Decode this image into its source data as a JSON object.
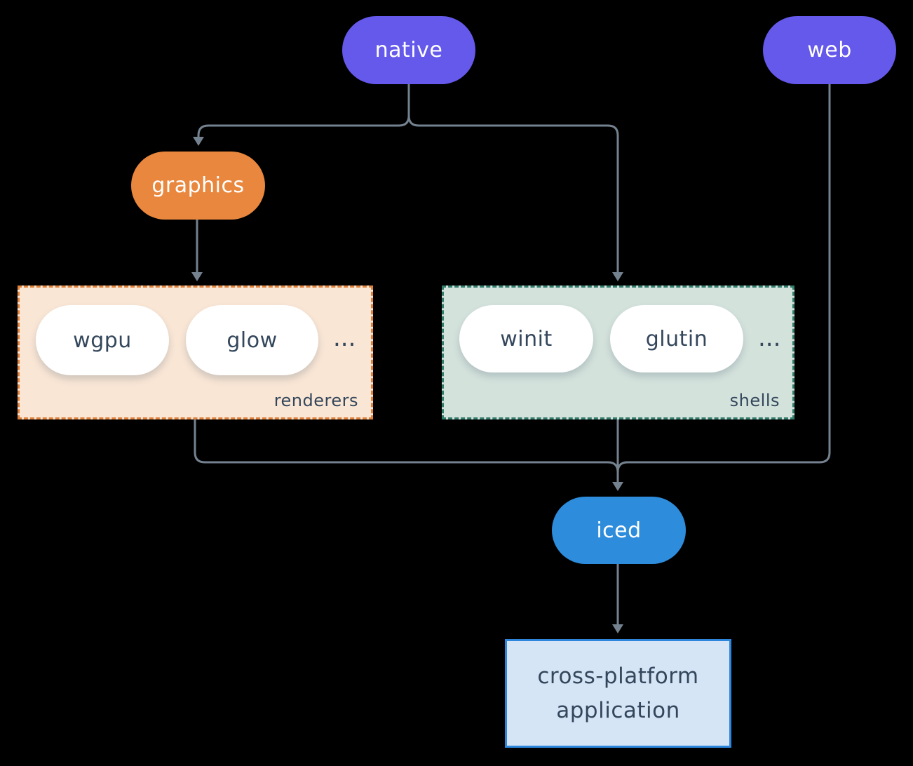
{
  "diagram_type": "flowchart",
  "nodes": {
    "native": "native",
    "web": "web",
    "graphics": "graphics",
    "iced": "iced",
    "application": {
      "line1": "cross-platform",
      "line2": "application"
    }
  },
  "groups": {
    "renderers": {
      "label": "renderers",
      "items": [
        "wgpu",
        "glow"
      ],
      "ellipsis": "..."
    },
    "shells": {
      "label": "shells",
      "items": [
        "winit",
        "glutin"
      ],
      "ellipsis": "..."
    }
  },
  "edges": [
    {
      "from": "native",
      "to": "graphics"
    },
    {
      "from": "native",
      "to": "shells"
    },
    {
      "from": "graphics",
      "to": "renderers"
    },
    {
      "from": "renderers",
      "to": "iced"
    },
    {
      "from": "shells",
      "to": "iced"
    },
    {
      "from": "web",
      "to": "iced"
    },
    {
      "from": "iced",
      "to": "application"
    }
  ],
  "colors": {
    "background": "#000000",
    "purple_node": "#6459EA",
    "orange_node": "#E8873D",
    "blue_node": "#2D8CDB",
    "renderers_fill": "#FAE6D5",
    "renderers_border": "#E0813B",
    "shells_fill": "#D4E2DC",
    "shells_border": "#337D6D",
    "application_fill": "#D5E5F6",
    "application_border": "#2D86DB",
    "connector": "#74818F",
    "dark_text": "#33465B",
    "light_text": "#FFFFFF"
  }
}
